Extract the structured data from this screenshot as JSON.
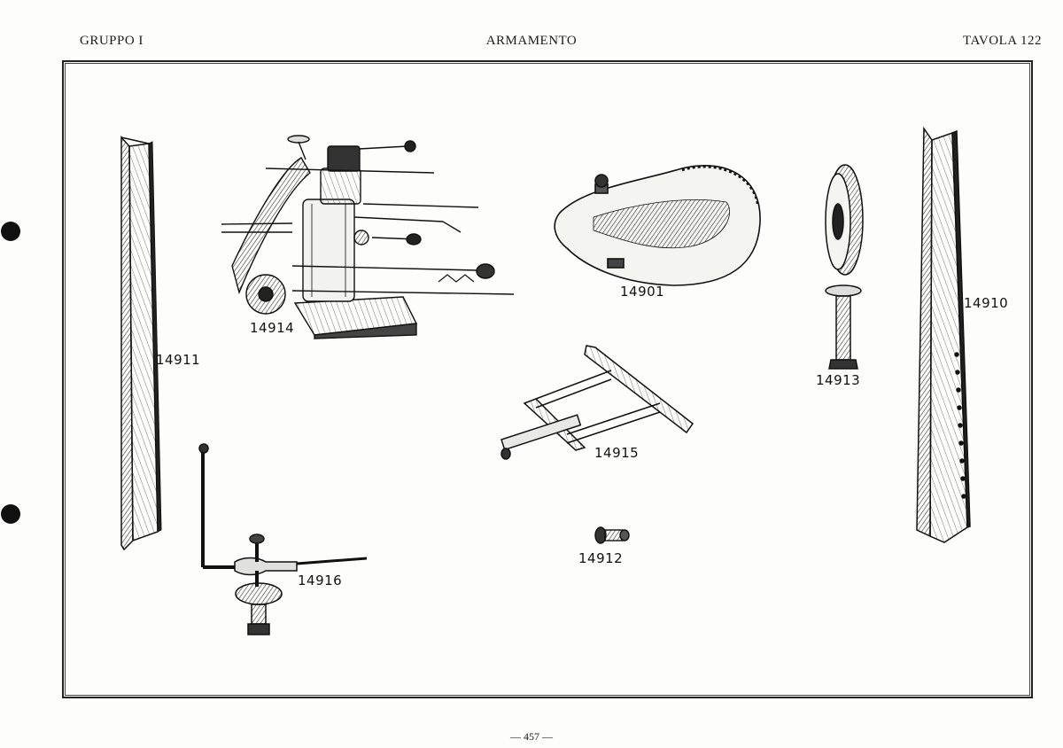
{
  "header": {
    "left": "GRUPPO I",
    "center": "ARMAMENTO",
    "right": "TAVOLA 122"
  },
  "items": [
    {
      "code": "14911",
      "icon": "channel-rail-icon"
    },
    {
      "code": "14914",
      "icon": "mechanism-icon"
    },
    {
      "code": "14901",
      "icon": "oil-tank-icon"
    },
    {
      "code": "14913",
      "icon": "wheel-screw-icon"
    },
    {
      "code": "14910",
      "icon": "perforated-channel-icon"
    },
    {
      "code": "14915",
      "icon": "frame-bracket-icon"
    },
    {
      "code": "14912",
      "icon": "small-bolt-icon"
    },
    {
      "code": "14916",
      "icon": "lever-crank-icon"
    }
  ],
  "footer": {
    "page_number": "— 457 —"
  }
}
